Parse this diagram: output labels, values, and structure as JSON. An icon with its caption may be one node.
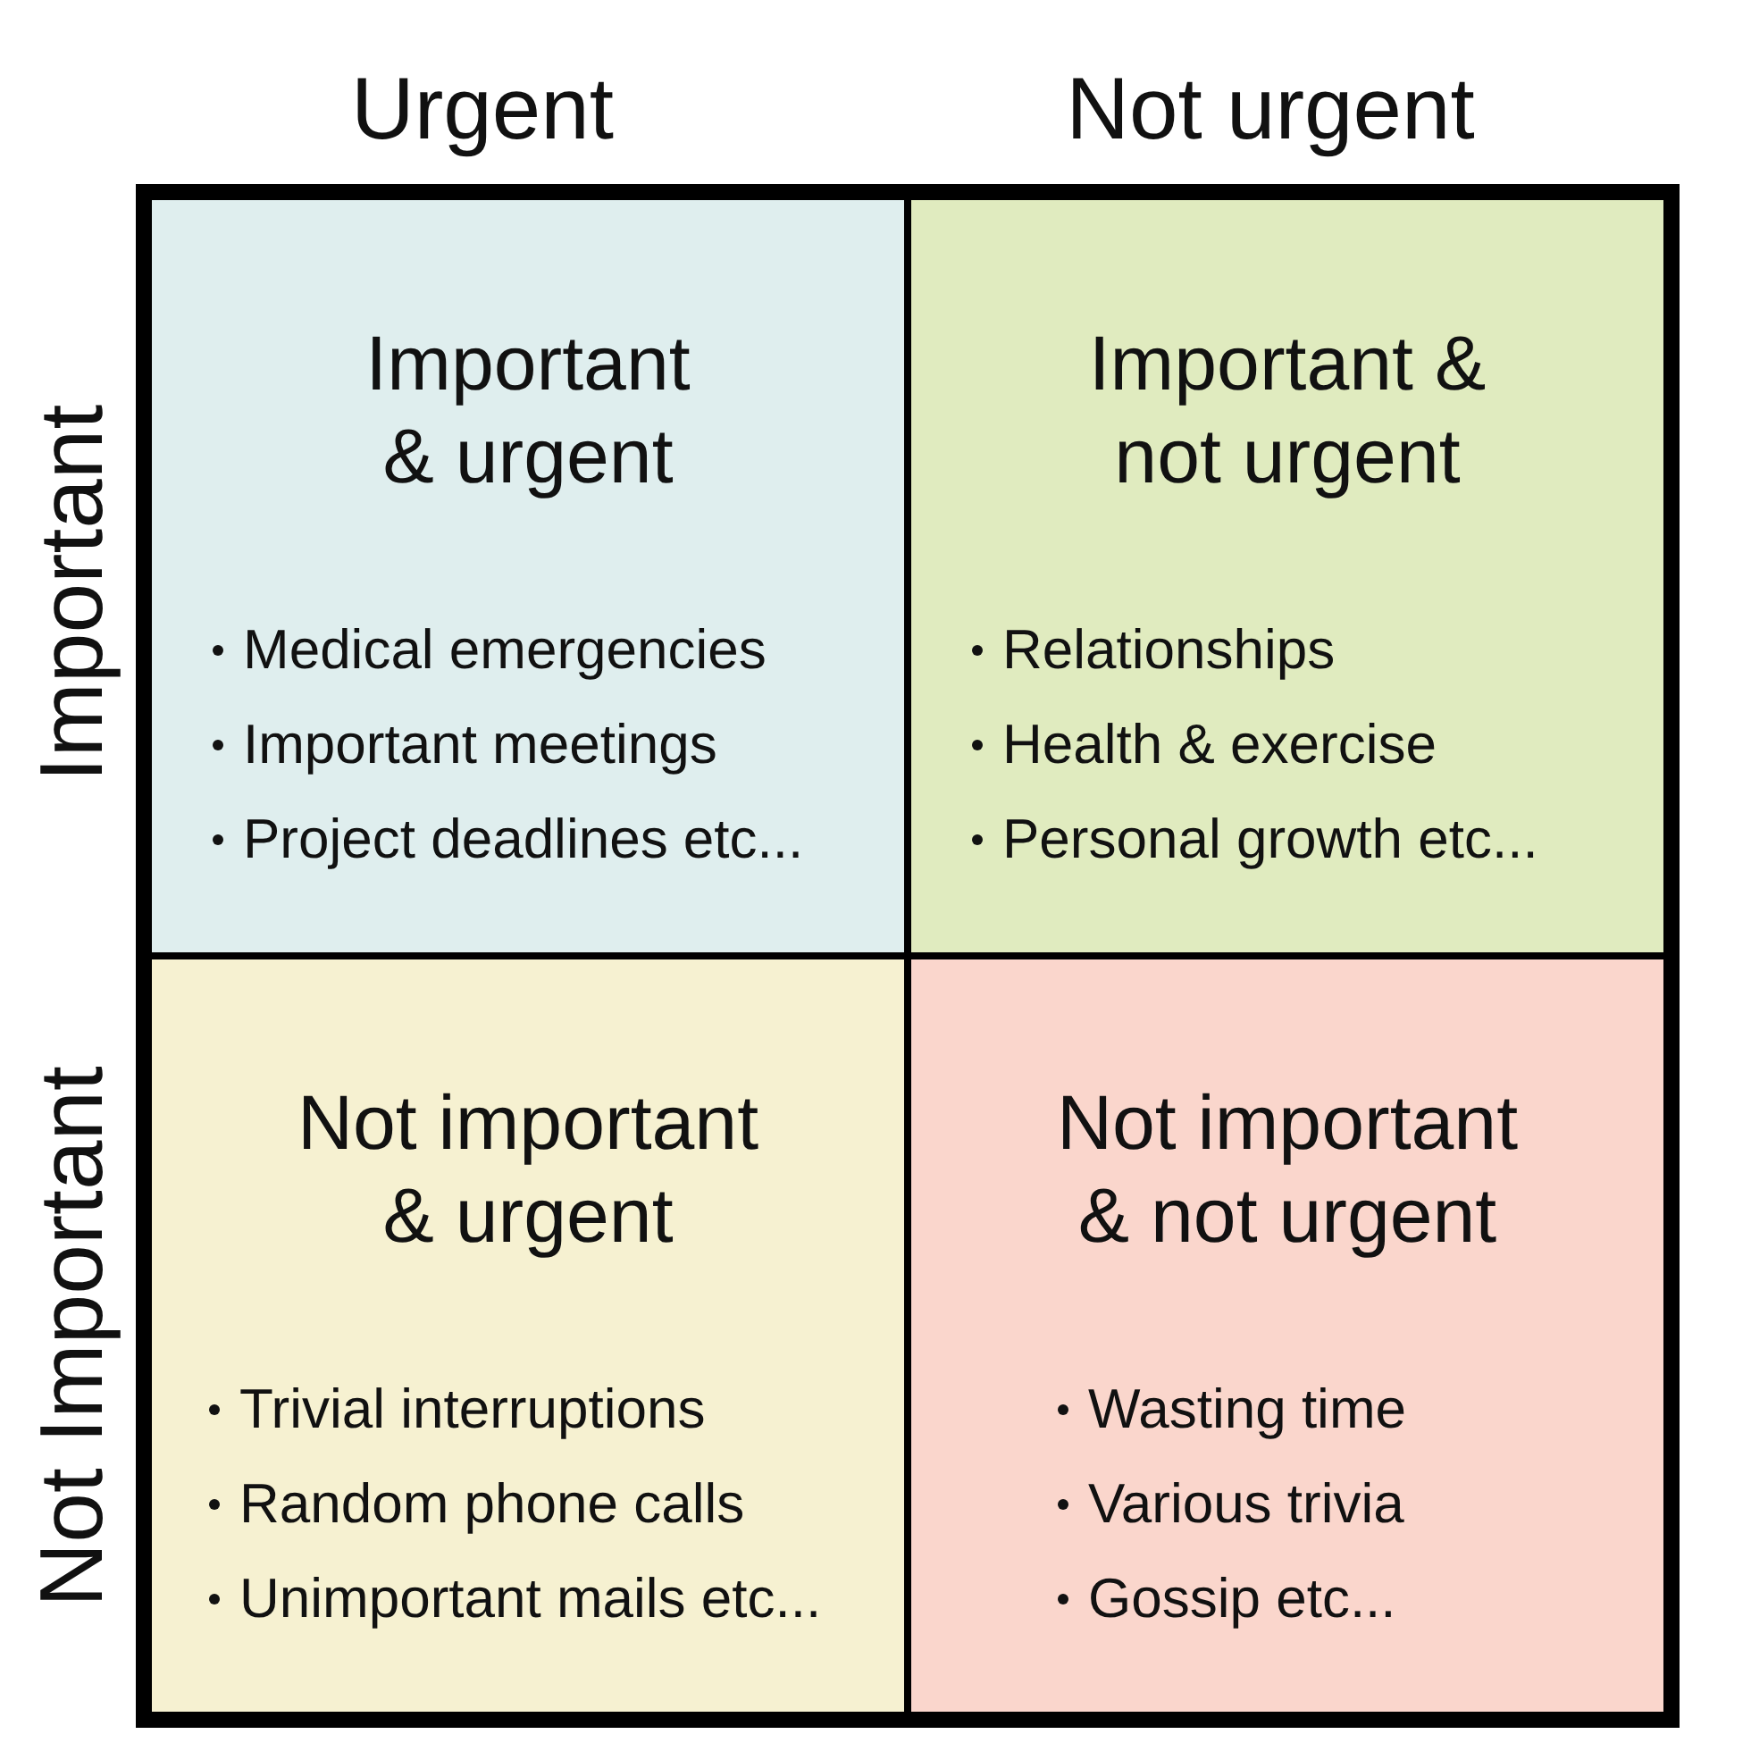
{
  "diagram": {
    "nodes": [
      {
        "text": [
          "Important & urgent",
          "Medical emergencies",
          "Important meetings",
          "Project deadlines etc..."
        ]
      },
      {
        "text": [
          "Important & not urgent",
          "Relationships",
          "Health & exercise",
          "Personal growth etc..."
        ]
      },
      {
        "text": [
          "Not important & urgent",
          "Trivial interruptions",
          "Random phone calls",
          "Unimportant mails etc..."
        ]
      },
      {
        "text": [
          "Not important & not urgent",
          "Wasting time",
          "Various trivia",
          "Gossip etc..."
        ]
      }
    ],
    "labels": [
      "Urgent",
      "Not urgent",
      "Important",
      "Not Important"
    ]
  }
}
